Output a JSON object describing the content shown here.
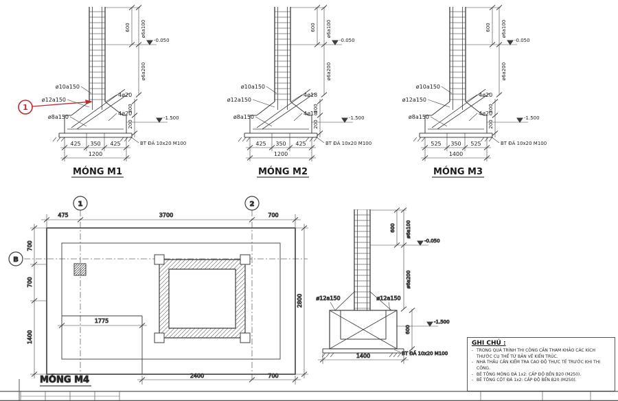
{
  "colors": {
    "line": "#3c3c3c",
    "accent": "#c1272d"
  },
  "m1": {
    "title": "MÓNG M1",
    "callout": "1",
    "stirrups": [
      "ø10a150",
      "ø12a150",
      "ø8a150"
    ],
    "bar_top": "4ø20",
    "bar_bottom": "4ø20",
    "col_dim": "600",
    "zone_top": "ø6a100",
    "zone_bottom": "ø6a200",
    "level_top": "-0.050",
    "level_bottom": "-1.500",
    "depth_upper": "300",
    "depth_lower": "200",
    "lean": "BT ĐÁ 10x20 M100",
    "dims": [
      "425",
      "350",
      "425"
    ],
    "total": "1200"
  },
  "m2": {
    "title": "MÓNG M2",
    "stirrups": [
      "ø10a150",
      "ø12a150",
      "ø8a150"
    ],
    "bar_top": "4ø18",
    "bar_bottom": "4ø18",
    "col_dim": "600",
    "zone_top": "ø6a100",
    "zone_bottom": "ø6a200",
    "level_top": "-0.050",
    "level_bottom": "-1.500",
    "depth_upper": "300",
    "depth_lower": "200",
    "lean": "BT ĐÁ 10x20 M100",
    "dims": [
      "425",
      "350",
      "425"
    ],
    "total": "1200"
  },
  "m3": {
    "title": "MÓNG M3",
    "stirrups": [
      "ø10a150",
      "ø12a150",
      "ø8a150"
    ],
    "bar_top": "4ø20",
    "bar_bottom": "4ø20",
    "col_dim": "600",
    "zone_top": "ø6a100",
    "zone_bottom": "ø6a200",
    "level_top": "-0.050",
    "level_bottom": "-1.500",
    "depth_upper": "300",
    "depth_lower": "200",
    "lean": "BT ĐÁ 10x20 M100",
    "dims": [
      "525",
      "350",
      "525"
    ],
    "total": "1400"
  },
  "m4": {
    "plan": {
      "title": "MÓNG M4",
      "grid_1": "1",
      "grid_2": "2",
      "grid_b": "B",
      "dims_top": [
        "475",
        "3700",
        "700"
      ],
      "dims_left": [
        "700",
        "700",
        "1400"
      ],
      "dim_right": "2800",
      "dim_inner": "1775",
      "dims_bottom": [
        "2400",
        "700"
      ]
    },
    "section": {
      "rebar_left": "ø12a150",
      "rebar_right": "ø12a150",
      "col_dim": "600",
      "zone_top": "ø6a100",
      "zone_bottom": "ø6a200",
      "level_top": "-0.050",
      "level_bottom": "-1.500",
      "pit_depth": "600",
      "lean": "BT ĐÁ 10x20 M100",
      "total": "1400"
    }
  },
  "notes": {
    "title": "GHI CHÚ :",
    "items": [
      "TRONG QUÁ TRÌNH THI CÔNG CẦN THAM KHẢO CÁC KÍCH THƯỚC CỤ THỂ TỪ BẢN VẼ KIẾN TRÚC.",
      "NHÀ THẦU CẦN KIỂM TRA CAO ĐỘ THỰC TẾ TRƯỚC KHI THI CÔNG.",
      "BÊ TÔNG MÓNG ĐÁ 1x2: CẤP ĐỘ BỀN B20 (M250).",
      "BÊ TÔNG CỘT ĐÁ 1x2: CẤP ĐỘ BỀN B20 (M250)."
    ]
  }
}
